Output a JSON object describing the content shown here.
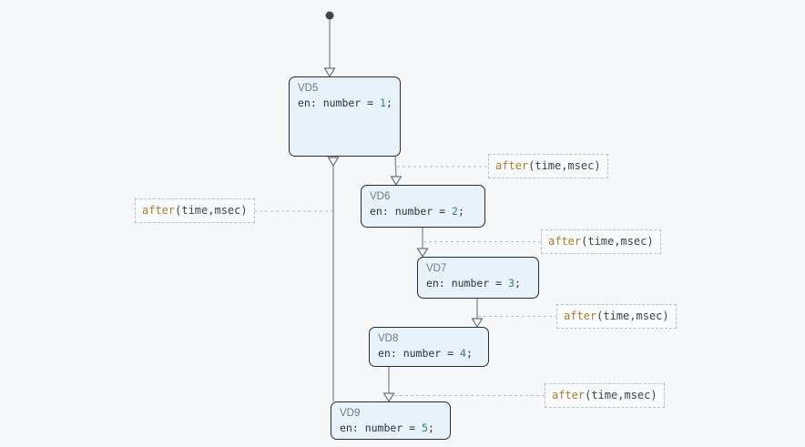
{
  "diagram": {
    "type": "state-machine",
    "states": [
      {
        "name": "VD5",
        "entry": {
          "prefix": "en: number = ",
          "value": "1",
          "suffix": ";"
        }
      },
      {
        "name": "VD6",
        "entry": {
          "prefix": "en: number = ",
          "value": "2",
          "suffix": ";"
        }
      },
      {
        "name": "VD7",
        "entry": {
          "prefix": "en: number = ",
          "value": "3",
          "suffix": ";"
        }
      },
      {
        "name": "VD8",
        "entry": {
          "prefix": "en: number = ",
          "value": "4",
          "suffix": ";"
        }
      },
      {
        "name": "VD9",
        "entry": {
          "prefix": "en: number = ",
          "value": "5",
          "suffix": ";"
        }
      }
    ],
    "transitions": [
      {
        "from": "initial",
        "to": "VD5",
        "label_fn": "",
        "label_args": ""
      },
      {
        "from": "VD5",
        "to": "VD6",
        "label_fn": "after",
        "label_args": "(time,msec)"
      },
      {
        "from": "VD6",
        "to": "VD7",
        "label_fn": "after",
        "label_args": "(time,msec)"
      },
      {
        "from": "VD7",
        "to": "VD8",
        "label_fn": "after",
        "label_args": "(time,msec)"
      },
      {
        "from": "VD8",
        "to": "VD9",
        "label_fn": "after",
        "label_args": "(time,msec)"
      },
      {
        "from": "VD9",
        "to": "VD5",
        "label_fn": "after",
        "label_args": "(time,msec)"
      }
    ],
    "colors": {
      "background": "#f6f7f9",
      "state_fill": "#e8f2fa",
      "state_border": "#252e35",
      "state_title": "#6e7a84",
      "code_text": "#2b3238",
      "number_literal": "#2e7d78",
      "label_function": "#ab7c2d",
      "label_args": "#3c444c",
      "edge_line": "#78828c",
      "dashed_connector": "#b6bdc4",
      "label_border": "#b9c0c7"
    }
  }
}
